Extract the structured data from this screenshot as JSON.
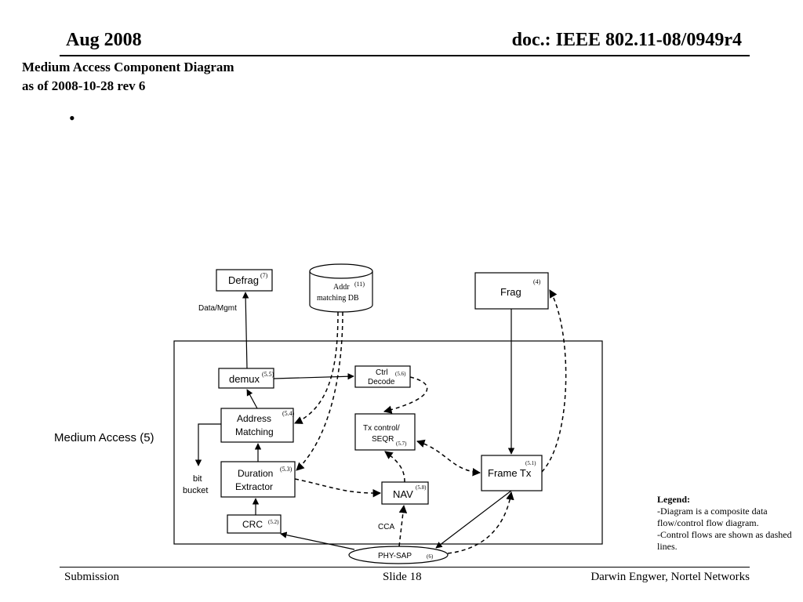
{
  "header": {
    "date": "Aug 2008",
    "doc_id": "doc.: IEEE 802.11-08/0949r4"
  },
  "title": {
    "line1": "Medium Access Component Diagram",
    "line2": "as of 2008-10-28 rev 6"
  },
  "bullet": "•",
  "diagram": {
    "outer_label": "Medium Access (5)",
    "boxes": {
      "defrag": {
        "label": "Defrag",
        "ref": "(7)"
      },
      "addr_db": {
        "label_1": "Addr",
        "ref": "(11)",
        "label_2": "matching DB"
      },
      "frag": {
        "label": "Frag",
        "ref": "(4)"
      },
      "demux": {
        "label": "demux",
        "ref": "(5.5)"
      },
      "ctrl_decode": {
        "label_1": "Ctrl",
        "ref": "(5.6)",
        "label_2": "Decode"
      },
      "address_matching": {
        "label_1": "Address",
        "label_2": "Matching",
        "ref": "(5.4)"
      },
      "tx_control": {
        "label_1": "Tx control/",
        "label_2": "SEQR",
        "ref": "(5.7)"
      },
      "duration_extractor": {
        "label_1": "Duration",
        "label_2": "Extractor",
        "ref": "(5.3)"
      },
      "nav": {
        "label": "NAV",
        "ref": "(5.8)"
      },
      "frame_tx": {
        "label": "Frame Tx",
        "ref": "(5.1)"
      },
      "crc": {
        "label": "CRC",
        "ref": "(5.2)"
      },
      "phy_sap": {
        "label": "PHY-SAP",
        "ref": "(6)"
      }
    },
    "edge_labels": {
      "data_mgmt": "Data/Mgmt",
      "bit_bucket_1": "bit",
      "bit_bucket_2": "bucket",
      "cca": "CCA"
    }
  },
  "legend": {
    "title": "Legend:",
    "line1": "-Diagram is a composite data flow/control flow diagram.",
    "line2": "-Control flows are shown as dashed lines."
  },
  "footer": {
    "left": "Submission",
    "center": "Slide 18",
    "right": "Darwin Engwer, Nortel Networks"
  }
}
